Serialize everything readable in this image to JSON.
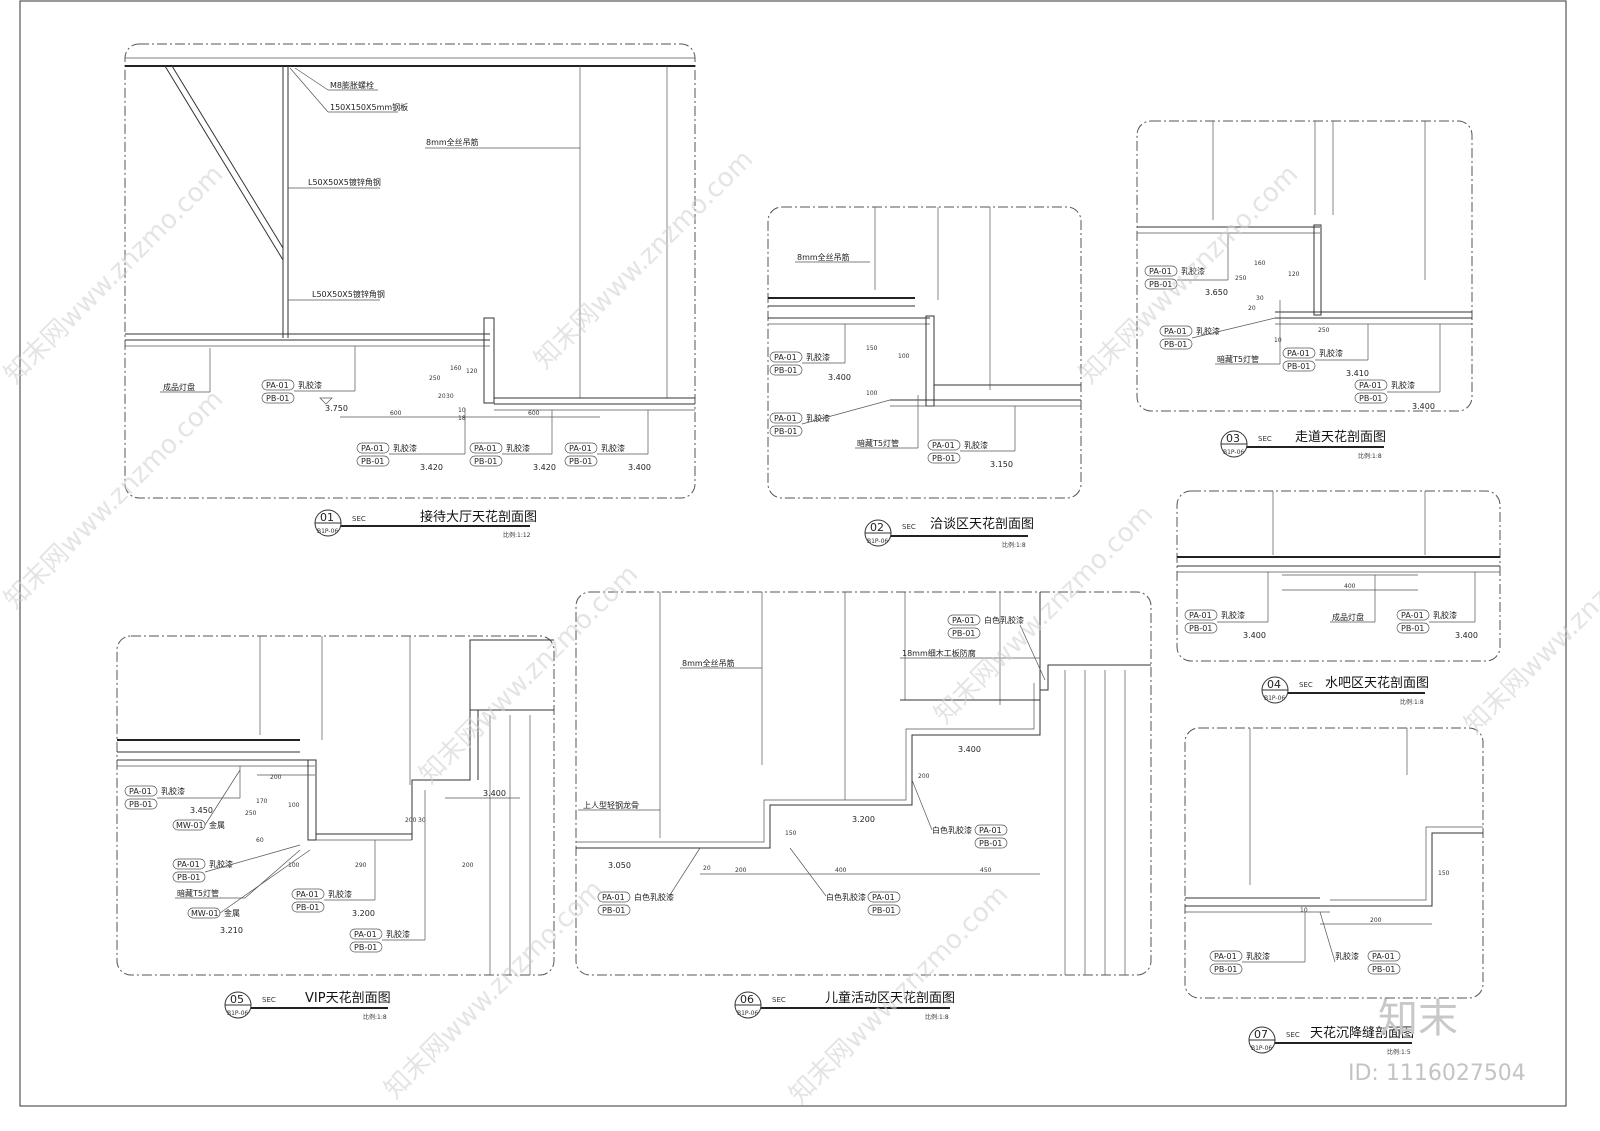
{
  "sections": [
    {
      "num": "01",
      "sec": "SEC",
      "ref": "B1P-06",
      "title": "接待大厅天花剖面图",
      "scale": "比例:1:12"
    },
    {
      "num": "02",
      "sec": "SEC",
      "ref": "B1P-06",
      "title": "洽谈区天花剖面图",
      "scale": "比例:1:8"
    },
    {
      "num": "03",
      "sec": "SEC",
      "ref": "B1P-06",
      "title": "走道天花剖面图",
      "scale": "比例:1:8"
    },
    {
      "num": "04",
      "sec": "SEC",
      "ref": "B1P-06",
      "title": "水吧区天花剖面图",
      "scale": "比例:1:8"
    },
    {
      "num": "05",
      "sec": "SEC",
      "ref": "B1P-06",
      "title": "VIP天花剖面图",
      "scale": "比例:1:8"
    },
    {
      "num": "06",
      "sec": "SEC",
      "ref": "B1P-06",
      "title": "儿童活动区天花剖面图",
      "scale": "比例:1:8"
    },
    {
      "num": "07",
      "sec": "SEC",
      "ref": "B1P-06",
      "title": "天花沉降缝剖面图",
      "scale": "比例:1:5"
    }
  ],
  "labels": {
    "m8": "M8膨胀螺栓",
    "plate": "150X150X5mm钢板",
    "rod8": "8mm全丝吊筋",
    "angle1": "L50X50X5镀锌角钢",
    "angle2": "L50X50X5镀锌角钢",
    "lamp": "成品灯盘",
    "pa": "PA-01",
    "pb": "PB-01",
    "mw": "MW-01",
    "latex": "乳胶漆",
    "white_latex": "白色乳胶漆",
    "metal": "金属",
    "t5": "暗藏T5灯管",
    "keel": "上人型轻钢龙骨",
    "board18": "18mm细木工板防腐",
    "rod8b": "8mm全丝吊筋",
    "rod8c": "8mm全丝吊筋"
  },
  "levels": {
    "l3750": "3.750",
    "l3420a": "3.420",
    "l3420b": "3.420",
    "l3400a": "3.400",
    "l3400b": "3.400",
    "l3150": "3.150",
    "l3650": "3.650",
    "l3410": "3.410",
    "l3400c": "3.400",
    "l3400d": "3.400",
    "l3400e": "3.400",
    "l3450": "3.450",
    "l3200a": "3.200",
    "l3210": "3.210",
    "l3400f": "3.400",
    "l3050": "3.050",
    "l3200b": "3.200",
    "l3400g": "3.400"
  },
  "dims": {
    "d600a": "600",
    "d600b": "600",
    "d250a": "250",
    "d160a": "160",
    "d120a": "120",
    "d20a": "20",
    "d30a": "30",
    "d10a": "10",
    "d18a": "18",
    "d150b": "150",
    "d100b": "100",
    "d100c": "100",
    "d250c": "250",
    "d160c": "160",
    "d120c": "120",
    "d250c2": "250",
    "d10c": "10",
    "d20c": "20",
    "d30c": "30",
    "d400d": "400",
    "d200e": "200",
    "d250e": "250",
    "d170e": "170",
    "d100e": "100",
    "d60e": "60",
    "d100e2": "100",
    "d290e": "290",
    "d200e2": "200",
    "d200e3": "200",
    "d30e": "30",
    "d200f": "200",
    "d400f": "400",
    "d450f": "450",
    "d150f": "150",
    "d200f2": "200",
    "d20f": "20",
    "d200g": "200",
    "d150g": "150",
    "d10g": "10"
  },
  "brand": "知末",
  "product_id": "ID: 1116027504",
  "watermark": "知末网www.znzmo.com"
}
